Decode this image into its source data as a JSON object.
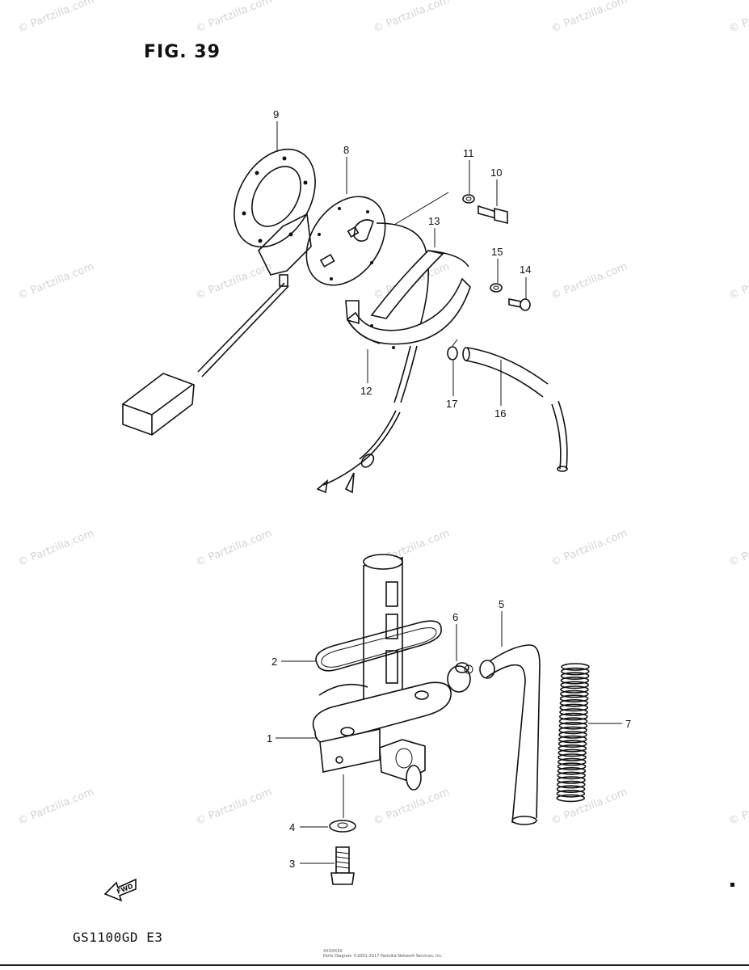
{
  "figure": {
    "title": "FIG. 39",
    "model_code": "GS1100GD  E3",
    "footer_code": "XXXXXXX",
    "footer_credit": "Parts Diagram ©2001-2017 Partzilla Network Services, Inc."
  },
  "watermark": "© Partzilla.com",
  "fwd_label": "FWD",
  "callouts": [
    {
      "id": "c9",
      "text": "9"
    },
    {
      "id": "c8",
      "text": "8"
    },
    {
      "id": "c11",
      "text": "11"
    },
    {
      "id": "c10",
      "text": "10"
    },
    {
      "id": "c13",
      "text": "13"
    },
    {
      "id": "c15",
      "text": "15"
    },
    {
      "id": "c14",
      "text": "14"
    },
    {
      "id": "c12",
      "text": "12"
    },
    {
      "id": "c17",
      "text": "17"
    },
    {
      "id": "c16",
      "text": "16"
    },
    {
      "id": "c5",
      "text": "5"
    },
    {
      "id": "c6",
      "text": "6"
    },
    {
      "id": "c2",
      "text": "2"
    },
    {
      "id": "c7",
      "text": "7"
    },
    {
      "id": "c1",
      "text": "1"
    },
    {
      "id": "c4",
      "text": "4"
    },
    {
      "id": "c3",
      "text": "3"
    }
  ]
}
